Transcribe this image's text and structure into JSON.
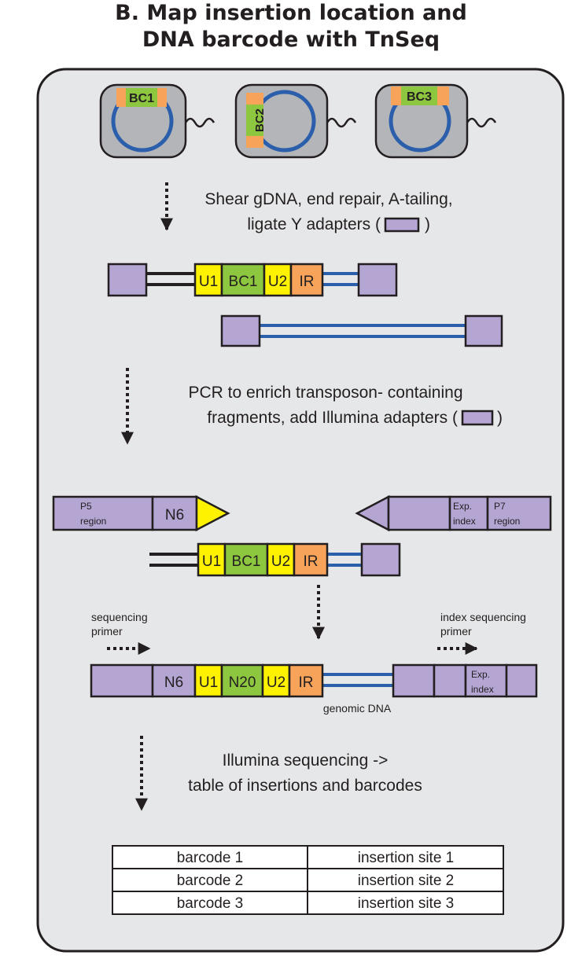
{
  "title": {
    "line1": "B. Map insertion location and",
    "line2": "DNA barcode with TnSeq"
  },
  "cells": {
    "cell1_label": "BC1",
    "cell2_label": "BC2",
    "cell3_label": "BC3"
  },
  "step1": {
    "line1": "Shear gDNA, end repair, A-tailing,",
    "line2_prefix": "ligate Y adapters (",
    "line2_suffix": ")"
  },
  "fragment1": {
    "u1": "U1",
    "bc1": "BC1",
    "u2": "U2",
    "ir": "IR"
  },
  "step2": {
    "line1": "PCR to enrich transposon- containing",
    "line2_prefix": "fragments, add Illumina adapters (",
    "line2_suffix": ")"
  },
  "primers": {
    "p5_line1": "P5",
    "p5_line2": "region",
    "n6": "N6",
    "exp_line1": "Exp.",
    "exp_line2": "index",
    "p7_line1": "P7",
    "p7_line2": "region"
  },
  "fragment2": {
    "u1": "U1",
    "bc1": "BC1",
    "u2": "U2",
    "ir": "IR"
  },
  "seq_primer": {
    "line1": "sequencing",
    "line2": "primer"
  },
  "index_primer": {
    "line1": "index sequencing",
    "line2": "primer"
  },
  "final": {
    "n6": "N6",
    "u1": "U1",
    "n20": "N20",
    "u2": "U2",
    "ir": "IR",
    "exp_line1": "Exp.",
    "exp_line2": "index",
    "genomic_dna": "genomic DNA"
  },
  "step3": {
    "line1": "Illumina sequencing ->",
    "line2": "table of insertions and barcodes"
  },
  "table": {
    "rows": [
      {
        "barcode": "barcode 1",
        "site": "insertion site 1"
      },
      {
        "barcode": "barcode 2",
        "site": "insertion site 2"
      },
      {
        "barcode": "barcode 3",
        "site": "insertion site 3"
      }
    ]
  },
  "colors": {
    "adapter": "#b5a5d3",
    "u_segment": "#fff200",
    "barcode": "#8dc63f",
    "ir": "#f7a35a",
    "plasmid": "#2b5fab",
    "cell": "#b3b5b8",
    "panel": "#e6e7e8"
  }
}
